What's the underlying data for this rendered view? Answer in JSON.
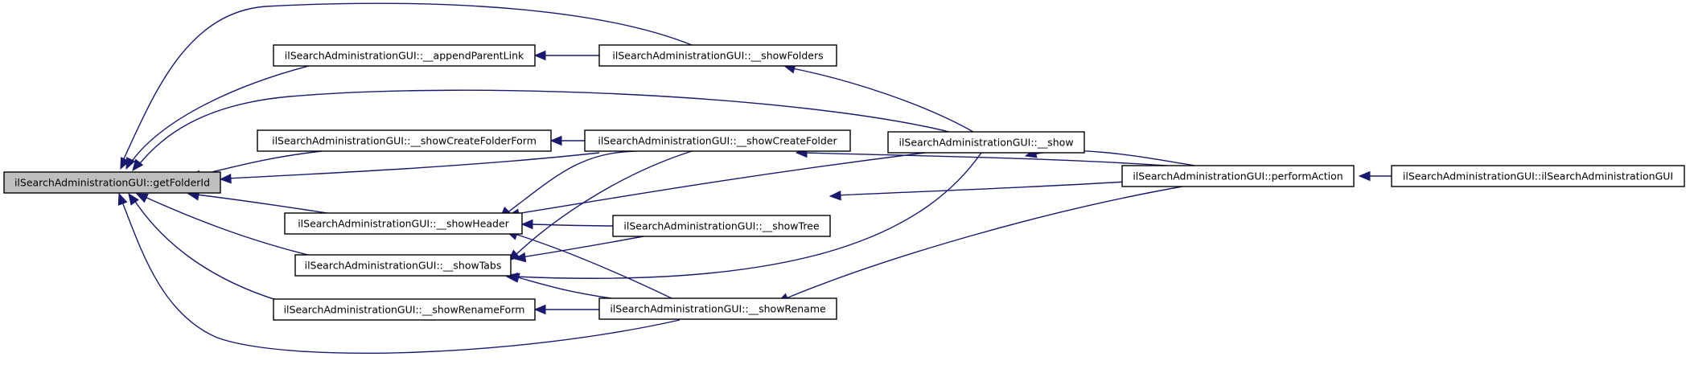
{
  "diagram": {
    "type": "call-graph",
    "colors": {
      "edge": "#191970",
      "root_fill": "#bfbfbf",
      "node_fill": "#ffffff",
      "node_border": "#000000"
    },
    "nodes": [
      {
        "id": "getFolderId",
        "label": "ilSearchAdministrationGUI::getFolderId",
        "root": true
      },
      {
        "id": "appendParentLink",
        "label": "ilSearchAdministrationGUI::__appendParentLink"
      },
      {
        "id": "showFolders",
        "label": "ilSearchAdministrationGUI::__showFolders"
      },
      {
        "id": "showCreateFolderForm",
        "label": "ilSearchAdministrationGUI::__showCreateFolderForm"
      },
      {
        "id": "showCreateFolder",
        "label": "ilSearchAdministrationGUI::__showCreateFolder"
      },
      {
        "id": "show",
        "label": "ilSearchAdministrationGUI::__show"
      },
      {
        "id": "showHeader",
        "label": "ilSearchAdministrationGUI::__showHeader"
      },
      {
        "id": "showTree",
        "label": "ilSearchAdministrationGUI::__showTree"
      },
      {
        "id": "showTabs",
        "label": "ilSearchAdministrationGUI::__showTabs"
      },
      {
        "id": "showRenameForm",
        "label": "ilSearchAdministrationGUI::__showRenameForm"
      },
      {
        "id": "showRename",
        "label": "ilSearchAdministrationGUI::__showRename"
      },
      {
        "id": "performAction",
        "label": "ilSearchAdministrationGUI::performAction"
      },
      {
        "id": "constructor",
        "label": "ilSearchAdministrationGUI::ilSearchAdministrationGUI"
      }
    ],
    "edges": [
      {
        "from": "appendParentLink",
        "to": "getFolderId"
      },
      {
        "from": "showFolders",
        "to": "getFolderId"
      },
      {
        "from": "show",
        "to": "getFolderId"
      },
      {
        "from": "showCreateFolderForm",
        "to": "getFolderId"
      },
      {
        "from": "showCreateFolder",
        "to": "getFolderId"
      },
      {
        "from": "showHeader",
        "to": "getFolderId"
      },
      {
        "from": "showTabs",
        "to": "getFolderId"
      },
      {
        "from": "showRenameForm",
        "to": "getFolderId"
      },
      {
        "from": "showRename",
        "to": "getFolderId"
      },
      {
        "from": "showFolders",
        "to": "appendParentLink"
      },
      {
        "from": "show",
        "to": "showFolders"
      },
      {
        "from": "showCreateFolder",
        "to": "showCreateFolderForm"
      },
      {
        "from": "performAction",
        "to": "showCreateFolder"
      },
      {
        "from": "performAction",
        "to": "show"
      },
      {
        "from": "showCreateFolder",
        "to": "showHeader"
      },
      {
        "from": "show",
        "to": "showHeader"
      },
      {
        "from": "showTree",
        "to": "showHeader"
      },
      {
        "from": "showRename",
        "to": "showHeader"
      },
      {
        "from": "performAction",
        "to": "showTree"
      },
      {
        "from": "showCreateFolder",
        "to": "showTabs"
      },
      {
        "from": "showTree",
        "to": "showTabs"
      },
      {
        "from": "show",
        "to": "showTabs"
      },
      {
        "from": "showRename",
        "to": "showTabs"
      },
      {
        "from": "showRename",
        "to": "showRenameForm"
      },
      {
        "from": "performAction",
        "to": "showRename"
      },
      {
        "from": "constructor",
        "to": "performAction"
      }
    ]
  }
}
